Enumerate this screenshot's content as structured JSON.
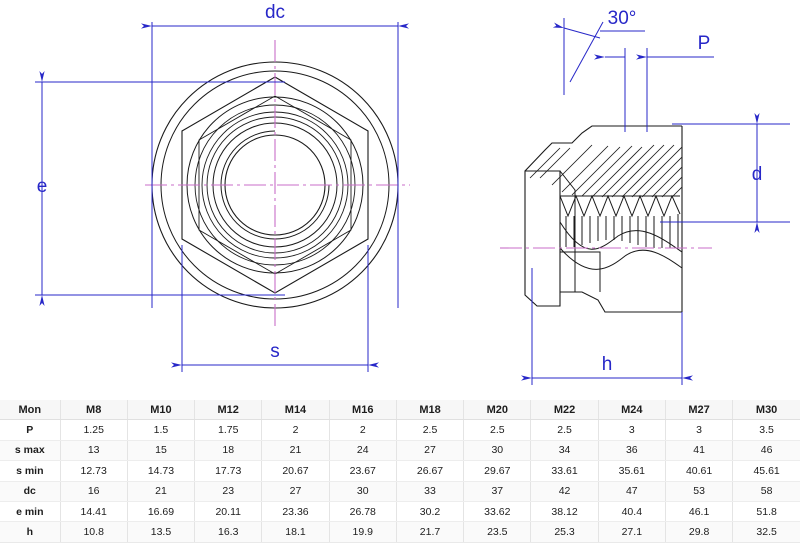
{
  "drawing": {
    "title": "hexagon flange nut technical drawing",
    "colors": {
      "dimension": "#2727c8",
      "centerline": "#c86ec8",
      "outline": "#1a1a1a",
      "background": "#ffffff"
    },
    "views": [
      {
        "name": "front-view",
        "description": "plan view of hexagon flange nut showing flange circle, hexagon and thread circles"
      },
      {
        "name": "section-view",
        "description": "sectioned side view showing internal thread profile, flange and chamfer"
      }
    ],
    "dimension_labels": {
      "dc": "dc",
      "e": "e",
      "s": "s",
      "angle": "30°",
      "P": "P",
      "d": "d",
      "h": "h"
    }
  },
  "table": {
    "columns": [
      "Mon",
      "M8",
      "M10",
      "M12",
      "M14",
      "M16",
      "M18",
      "M20",
      "M22",
      "M24",
      "M27",
      "M30"
    ],
    "rows": [
      {
        "label": "P",
        "values": [
          "1.25",
          "1.5",
          "1.75",
          "2",
          "2",
          "2.5",
          "2.5",
          "2.5",
          "3",
          "3",
          "3.5"
        ]
      },
      {
        "label": "s max",
        "values": [
          "13",
          "15",
          "18",
          "21",
          "24",
          "27",
          "30",
          "34",
          "36",
          "41",
          "46"
        ]
      },
      {
        "label": "s min",
        "values": [
          "12.73",
          "14.73",
          "17.73",
          "20.67",
          "23.67",
          "26.67",
          "29.67",
          "33.61",
          "35.61",
          "40.61",
          "45.61"
        ]
      },
      {
        "label": "dc",
        "values": [
          "16",
          "21",
          "23",
          "27",
          "30",
          "33",
          "37",
          "42",
          "47",
          "53",
          "58"
        ]
      },
      {
        "label": "e min",
        "values": [
          "14.41",
          "16.69",
          "20.11",
          "23.36",
          "26.78",
          "30.2",
          "33.62",
          "38.12",
          "40.4",
          "46.1",
          "51.8"
        ]
      },
      {
        "label": "h",
        "values": [
          "10.8",
          "13.5",
          "16.3",
          "18.1",
          "19.9",
          "21.7",
          "23.5",
          "25.3",
          "27.1",
          "29.8",
          "32.5"
        ]
      }
    ]
  }
}
